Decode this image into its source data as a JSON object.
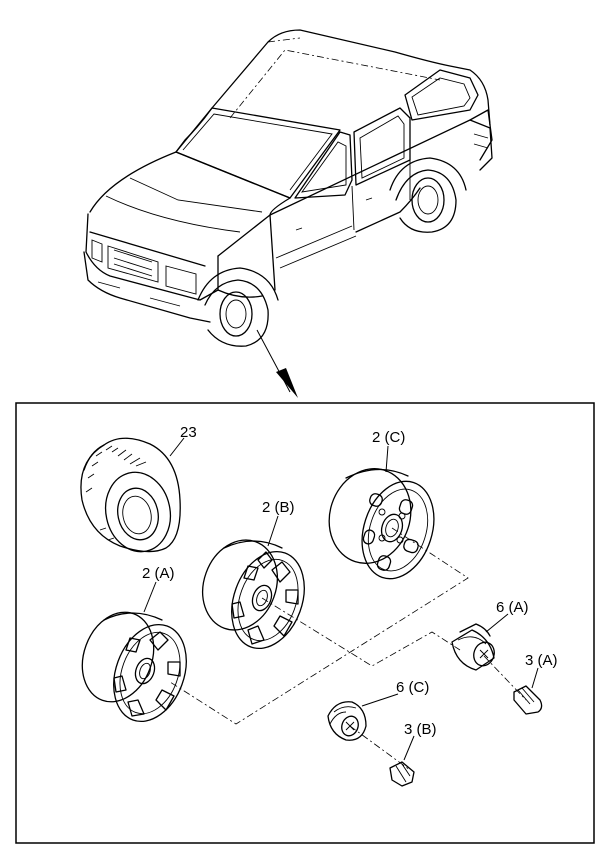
{
  "diagram": {
    "callouts": {
      "c23": "23",
      "c2c": "2 (C)",
      "c2b": "2 (B)",
      "c2a": "2 (A)",
      "c6a": "6 (A)",
      "c3a": "3 (A)",
      "c6c": "6 (C)",
      "c3b": "3 (B)"
    }
  }
}
